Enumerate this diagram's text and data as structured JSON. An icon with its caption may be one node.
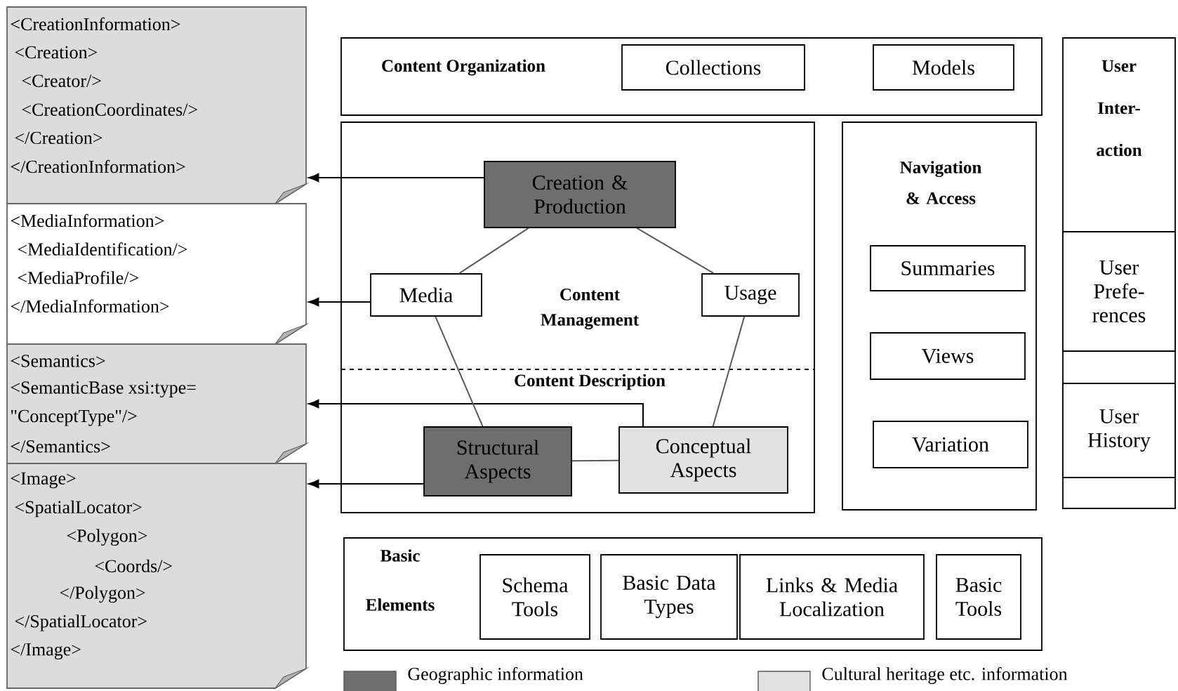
{
  "diagram": {
    "nodes": [
      {
        "text": [
          "<CreationInformation>",
          "<Creation>",
          "<Creator/>",
          "<CreationCoordinates/>",
          "</Creation>",
          "</CreationInformation>"
        ]
      },
      {
        "text": [
          "<MediaInformation>",
          "<MediaIdentification/>",
          "<MediaProfile/>",
          "</MediaInformation>"
        ]
      },
      {
        "text": [
          "<Semantics>",
          "<SemanticBase xsi:type=",
          "\"ConceptType\"/>",
          "</Semantics>"
        ]
      },
      {
        "text": [
          "<Image>",
          "<SpatialLocator>",
          "<Polygon>",
          "<Coords/>",
          "</Polygon>",
          "</SpatialLocator>",
          "</Image>"
        ]
      },
      {
        "text": [
          "Content Organization"
        ]
      },
      {
        "text": [
          "Collections"
        ],
        "in": 4
      },
      {
        "text": [
          "Models"
        ],
        "in": 4
      },
      {
        "text": [
          "User Inter- action"
        ]
      },
      {
        "text": [
          "User Prefe- rences"
        ],
        "in": 7
      },
      {
        "text": [
          "User History"
        ],
        "in": 7
      },
      {
        "text": [
          "Content Management",
          "Content Description"
        ]
      },
      {
        "text": [
          "Creation & Production"
        ],
        "in": 10
      },
      {
        "text": [
          "Media"
        ],
        "in": 10
      },
      {
        "text": [
          "Usage"
        ],
        "in": 10
      },
      {
        "text": [
          "Structural Aspects"
        ],
        "in": 10
      },
      {
        "text": [
          "Conceptual Aspects"
        ],
        "in": 10
      },
      {
        "text": [
          "Navigation & Access"
        ]
      },
      {
        "text": [
          "Summaries"
        ],
        "in": 16
      },
      {
        "text": [
          "Views"
        ],
        "in": 16
      },
      {
        "text": [
          "Variation"
        ],
        "in": 16
      },
      {
        "text": [
          "Basic Elements"
        ]
      },
      {
        "text": [
          "Schema Tools"
        ],
        "in": 20
      },
      {
        "text": [
          "Basic Data Types"
        ],
        "in": 20
      },
      {
        "text": [
          "Links & Media Localization"
        ],
        "in": 20
      },
      {
        "text": [
          "Basic Tools"
        ],
        "in": 20
      }
    ],
    "edges": [
      {
        "from": 11,
        "to": 0,
        "arrow": "to"
      },
      {
        "from": 12,
        "to": 1,
        "arrow": "to"
      },
      {
        "from": 15,
        "to": 2,
        "arrow": "to"
      },
      {
        "from": 14,
        "to": 3,
        "arrow": "to"
      },
      {
        "from": 11,
        "to": 12,
        "arrow": "none"
      },
      {
        "from": 12,
        "to": 14,
        "arrow": "none"
      },
      {
        "from": 14,
        "to": 15,
        "arrow": "none"
      },
      {
        "from": 15,
        "to": 13,
        "arrow": "none"
      },
      {
        "from": 13,
        "to": 11,
        "arrow": "none"
      }
    ],
    "legend": [
      {
        "text": "Geographic information",
        "color": "#6e6e6e"
      },
      {
        "text": "Cultural heritage etc. information",
        "color": "#e2e2e2"
      }
    ]
  }
}
